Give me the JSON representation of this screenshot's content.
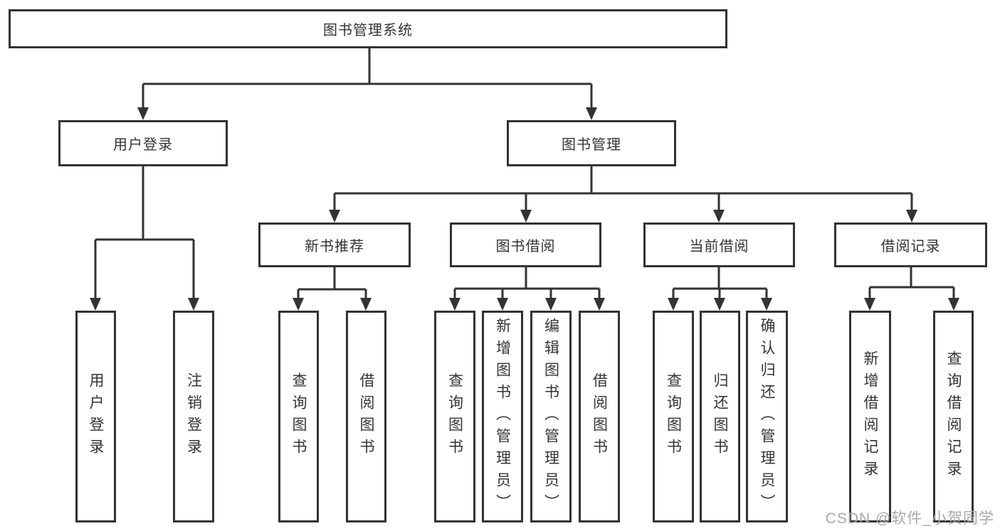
{
  "diagram": {
    "root": {
      "label": "图书管理系统"
    },
    "level2": [
      {
        "label": "用户登录"
      },
      {
        "label": "图书管理"
      }
    ],
    "level3": [
      {
        "label": "新书推荐"
      },
      {
        "label": "图书借阅"
      },
      {
        "label": "当前借阅"
      },
      {
        "label": "借阅记录"
      }
    ],
    "leaves": {
      "user_login": [
        {
          "label": "用户登录"
        },
        {
          "label": "注销登录"
        }
      ],
      "new_book_recommendation": [
        {
          "label": "查询图书"
        },
        {
          "label": "借阅图书"
        }
      ],
      "book_borrowing": [
        {
          "label": "查询图书"
        },
        {
          "label": "新增图书（管理员）"
        },
        {
          "label": "编辑图书（管理员）"
        },
        {
          "label": "借阅图书"
        }
      ],
      "current_borrowing": [
        {
          "label": "查询图书"
        },
        {
          "label": "归还图书"
        },
        {
          "label": "确认归还（管理员）"
        }
      ],
      "borrowing_records": [
        {
          "label": "新增借阅记录"
        },
        {
          "label": "查询借阅记录"
        }
      ]
    },
    "watermark": "CSDN @软件_小贺同学",
    "colors": {
      "line": "#333333",
      "box_border": "#333333",
      "text": "#333333",
      "watermark": "#a9a9a9",
      "background": "#ffffff"
    }
  }
}
